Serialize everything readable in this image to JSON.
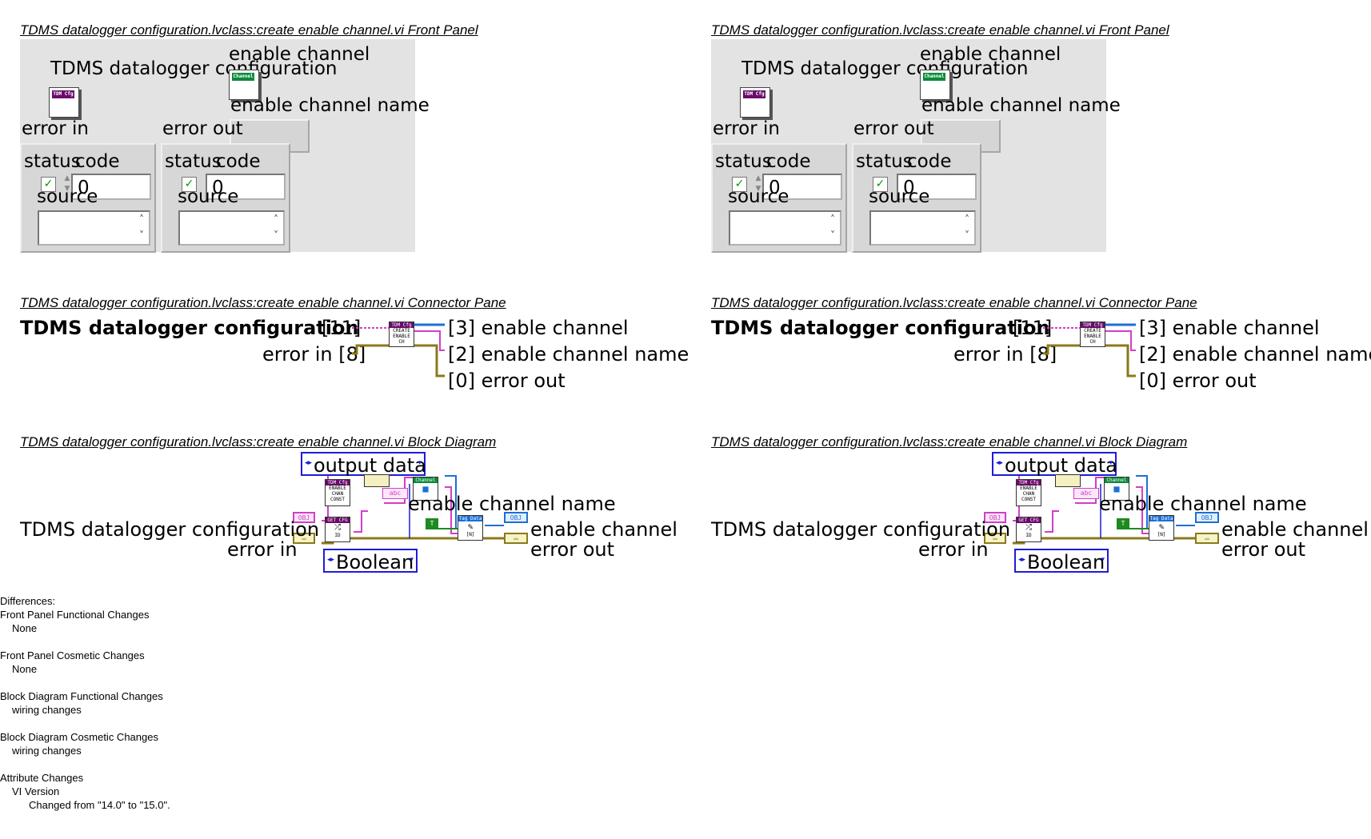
{
  "panes": [
    {
      "front_panel_title": "TDMS datalogger configuration.lvclass:create enable channel.vi Front Panel",
      "connector_pane_title": "TDMS datalogger configuration.lvclass:create enable channel.vi Connector Pane",
      "block_diagram_title": "TDMS datalogger configuration.lvclass:create enable channel.vi Block Diagram"
    },
    {
      "front_panel_title": "TDMS datalogger configuration.lvclass:create enable channel.vi Front Panel",
      "connector_pane_title": "TDMS datalogger configuration.lvclass:create enable channel.vi Connector Pane",
      "block_diagram_title": "TDMS datalogger configuration.lvclass:create enable channel.vi Block Diagram"
    }
  ],
  "front_panel": {
    "tdms_config_label": "TDMS datalogger configuration",
    "enable_channel_label": "enable channel",
    "enable_channel_name_label": "enable channel name",
    "error_in_label": "error in",
    "error_out_label": "error out",
    "status_label": "status",
    "code_label": "code",
    "source_label": "source",
    "code_value": "0",
    "tdms_icon_text": "TDM Cfg",
    "channel_icon_text": "Channel",
    "check_glyph": "✓"
  },
  "connector_pane": {
    "tdms_config": "TDMS datalogger configuration",
    "tdms_config_index": "[11]",
    "error_in": "error in [8]",
    "enable_channel": "[3] enable channel",
    "enable_channel_name": "[2] enable channel name",
    "error_out": "[0] error out",
    "icon_lines": [
      "TDM Cfg",
      "CREATE",
      "ENABLE",
      "CH"
    ]
  },
  "block_diagram": {
    "case_selector_top": "output data",
    "case_selector_bottom": "Boolean",
    "tdms_config": "TDMS datalogger configuration",
    "error_in": "error in",
    "enable_channel_name": "enable channel name",
    "enable_channel": "enable channel",
    "error_out": "error out",
    "const_node_lines": [
      "TDM Cfg",
      "ENABLE",
      "CHAN",
      "CONST"
    ],
    "get_cfg_node_lines": [
      "GET CFG",
      "ID"
    ],
    "obj_tag": "OBJ",
    "str_tag": "abc",
    "true_tag": "T",
    "channel_tag": "Channel",
    "tag_data_tag": "Tag Data",
    "bundle_tag": "[N]"
  },
  "differences": {
    "heading": "Differences:",
    "sections": [
      {
        "title": "Front Panel Functional Changes",
        "items": [
          "None"
        ]
      },
      {
        "title": "Front Panel Cosmetic Changes",
        "items": [
          "None"
        ]
      },
      {
        "title": "Block Diagram Functional Changes",
        "items": [
          "wiring changes"
        ]
      },
      {
        "title": "Block Diagram Cosmetic Changes",
        "items": [
          "wiring changes"
        ]
      }
    ],
    "attribute_changes": {
      "title": "Attribute Changes",
      "item": "VI Version",
      "detail": "Changed from \"14.0\" to \"15.0\"."
    }
  },
  "colors": {
    "panel_bg": "#e3e3e3",
    "cluster_bg": "#d7d7d7",
    "case_border": "#1d1dd6",
    "wire_class": "#d13fc8",
    "wire_error": "#8a7a1a",
    "wire_bool": "#1f8a1f",
    "wire_refnum": "#1d6fd6"
  }
}
